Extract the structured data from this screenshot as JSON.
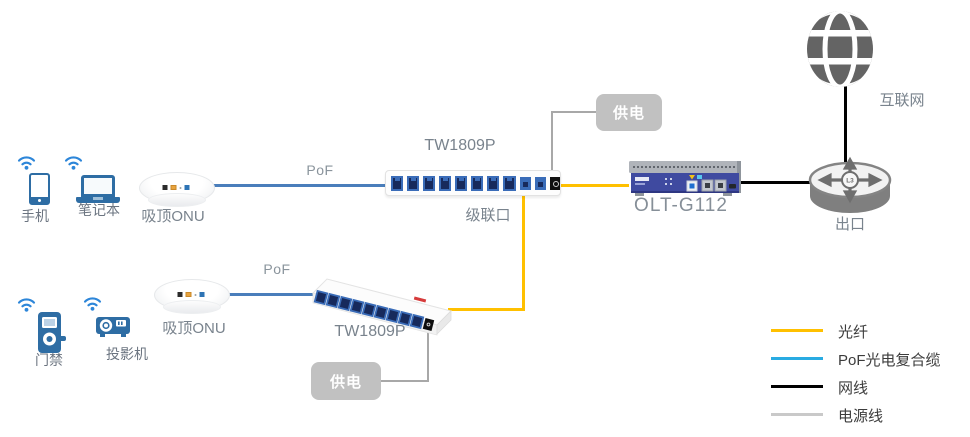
{
  "nodes": {
    "phone": {
      "label": "手机"
    },
    "laptop": {
      "label": "笔记本"
    },
    "onu_top": {
      "label": "吸顶ONU"
    },
    "onu_bottom": {
      "label": "吸顶ONU"
    },
    "switch_top": {
      "label": "TW1809P"
    },
    "switch_bottom": {
      "label": "TW1809P"
    },
    "cascade_port": {
      "label": "级联口"
    },
    "power_supply_top": {
      "label": "供电"
    },
    "power_supply_bottom": {
      "label": "供电"
    },
    "olt": {
      "label": "OLT-G112"
    },
    "router": {
      "label": "出口",
      "badge": "L3"
    },
    "internet": {
      "label": "互联网"
    },
    "access_control": {
      "label": "门禁"
    },
    "projector": {
      "label": "投影机"
    }
  },
  "links": {
    "pof_top": {
      "label": "PoF"
    },
    "pof_bottom": {
      "label": "PoF"
    }
  },
  "legend": {
    "items": [
      {
        "label": "光纤",
        "color": "#FFC000"
      },
      {
        "label": "PoF光电复合缆",
        "color": "#29ABE2"
      },
      {
        "label": "网线",
        "color": "#000000"
      },
      {
        "label": "电源线",
        "color": "#C9C9C9"
      }
    ]
  },
  "colors": {
    "pof_cable": "#4A7EBB",
    "fiber_cable": "#FFC000",
    "ethernet_cable": "#000000",
    "power_cable": "#A8A8A8",
    "device_blue": "#2E6DA4",
    "wifi_blue": "#2D86D9",
    "icon_gray": "#666666",
    "olt_panel": "#3F4AA0",
    "supply_box": "#C1C1C1"
  }
}
